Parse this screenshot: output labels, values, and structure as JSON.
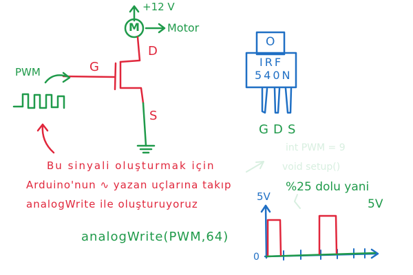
{
  "colors": {
    "green": "#1f9a4a",
    "red": "#e0263b",
    "blue": "#1f6fc4",
    "faint": "#d8efe0",
    "background": "#ffffff"
  },
  "circuit": {
    "supply_label": "+12 V",
    "motor_symbol": "M",
    "motor_label": "Motor",
    "pwm_label": "PWM",
    "gate_label": "G",
    "drain_label": "D",
    "source_label": "S"
  },
  "package": {
    "tab_label": "O",
    "part_line1": "IRF",
    "part_line2": "540N",
    "pin_labels": [
      "G",
      "D",
      "S"
    ]
  },
  "notes": {
    "line1": "Bu sinyali oluşturmak için",
    "line2": "Arduino'nun ∿ yazan uçlarına takıp",
    "line3": "analogWrite ile oluşturuyoruz",
    "code": "analogWrite(PWM,64)",
    "faint_code_1": "int PWM = 9",
    "faint_code_2": "void setup()"
  },
  "waveform": {
    "duty_text": "%25 dolu yani",
    "voltage_text": "5V",
    "y_top_label": "5V",
    "y_zero_label": "0",
    "duty_cycle_percent": 25
  }
}
